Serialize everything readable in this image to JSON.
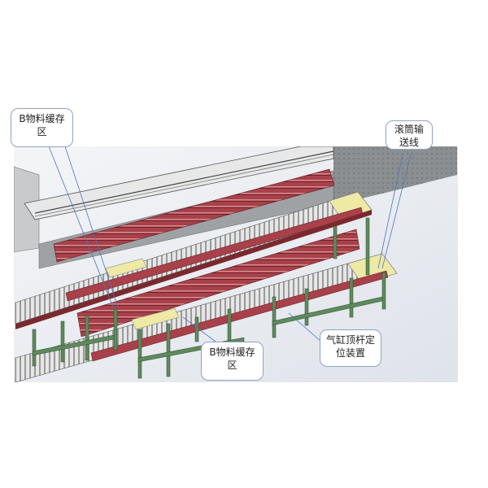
{
  "callouts": {
    "buffer_top": {
      "line1": "B物料缓存",
      "line2": "区"
    },
    "roller": {
      "line1": "滚筒输",
      "line2": "送线"
    },
    "buffer_bottom": {
      "line1": "B物料缓存",
      "line2": "区"
    },
    "cylinder": {
      "line1": "气缸顶杆定",
      "line2": "位装置"
    }
  },
  "colors": {
    "bars": "#a8414a",
    "frame": "#5f8a5c",
    "conveyor_end": "#eee9a4",
    "leader": "#4a76c4",
    "machine": "#8c8f92"
  }
}
